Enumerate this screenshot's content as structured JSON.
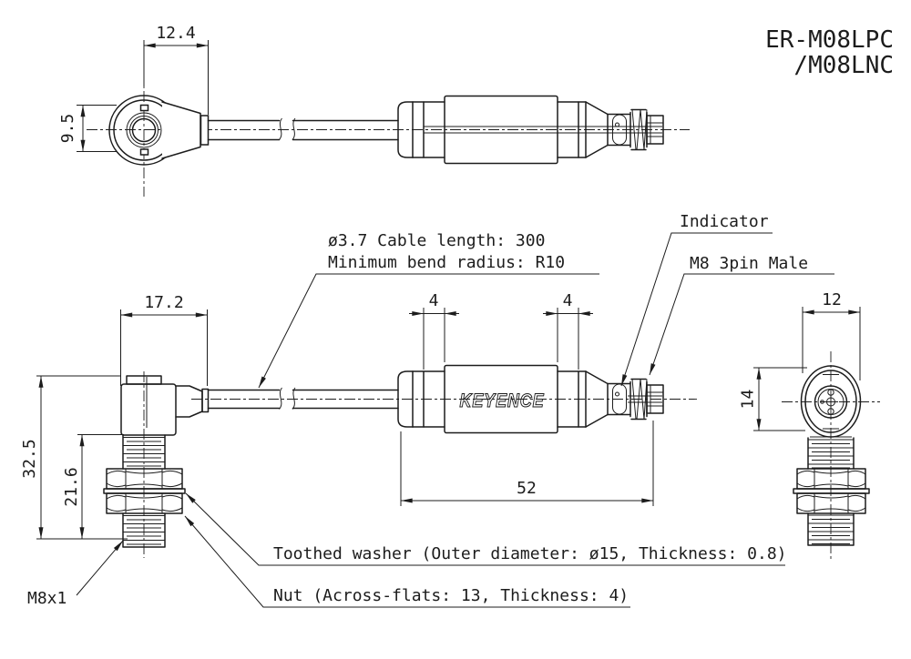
{
  "title": {
    "line1": "ER-M08LPC",
    "line2": "/M08LNC"
  },
  "top_view": {
    "width_dim": "12.4",
    "height_dim": "9.5"
  },
  "side_view": {
    "width_dim": "17.2",
    "total_height_dim": "32.5",
    "thread_height_dim": "21.6",
    "thread_spec": "M8x1"
  },
  "front_view": {
    "left_collar_dim": "4",
    "right_collar_dim": "4",
    "body_length_dim": "52",
    "logo": "KEYENCE"
  },
  "end_view": {
    "width_dim": "12",
    "height_dim": "14"
  },
  "notes": {
    "cable_1": "ø3.7 Cable length: 300",
    "cable_2": "Minimum bend radius: R10",
    "indicator": "Indicator",
    "connector": "M8 3pin Male",
    "washer": "Toothed washer (Outer diameter: ø15, Thickness: 0.8)",
    "nut": "Nut (Across-flats: 13, Thickness: 4)"
  },
  "colors": {
    "line": "#1c1c1c",
    "background": "#ffffff"
  }
}
